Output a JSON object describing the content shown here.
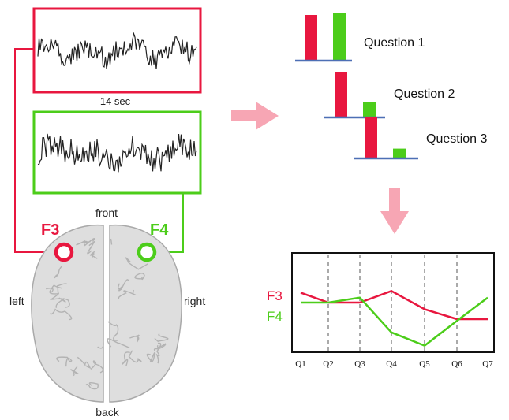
{
  "eeg": {
    "duration_label": "14 sec",
    "colors": {
      "f3": "#e8173f",
      "f4": "#4ccd1a",
      "trace": "#222222"
    }
  },
  "brain": {
    "front": "front",
    "back": "back",
    "left": "left",
    "right": "right",
    "electrode_f3": "F3",
    "electrode_f4": "F4"
  },
  "questions": {
    "items": [
      {
        "label": "Question 1",
        "f3_value": 1.0,
        "f4_value": 1.05
      },
      {
        "label": "Question 2",
        "f3_value": 1.0,
        "f4_value": 0.33
      },
      {
        "label": "Question 3",
        "f3_value": 0.9,
        "f4_value": 0.2
      }
    ],
    "colors": {
      "f3": "#e8173f",
      "f4": "#4ccd1a",
      "baseline": "#4d6fb5"
    }
  },
  "arrow_color": "#f7a6b4",
  "chart_data": {
    "type": "line",
    "categories": [
      "Q1",
      "Q2",
      "Q3",
      "Q4",
      "Q5",
      "Q6",
      "Q7"
    ],
    "series": [
      {
        "name": "F3",
        "color": "#e8173f",
        "values": [
          3.6,
          3.0,
          3.0,
          3.7,
          2.6,
          2.0,
          2.0
        ]
      },
      {
        "name": "F4",
        "color": "#4ccd1a",
        "values": [
          3.0,
          3.0,
          3.3,
          1.2,
          0.4,
          1.9,
          3.3
        ]
      }
    ],
    "ylim": [
      0,
      6
    ],
    "grid": "vertical dashed lines"
  }
}
